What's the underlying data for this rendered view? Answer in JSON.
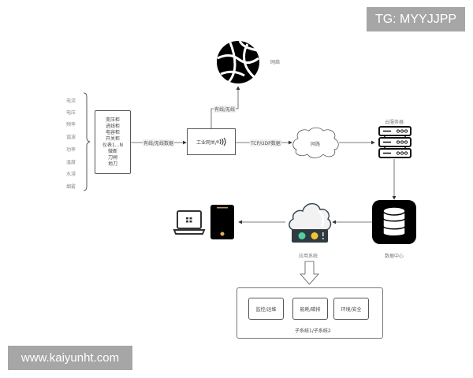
{
  "watermarks": {
    "top_right": "TG: MYYJJPP",
    "bottom_left": "www.kaiyunht.com"
  },
  "signals": [
    "电流",
    "电压",
    "频率",
    "谐波",
    "功率",
    "温度",
    "水浸",
    "烟雾"
  ],
  "devices": [
    "变压柜",
    "进线柜",
    "电容柜",
    "开关柜",
    "仪表1...N",
    "微断",
    "刀闸",
    "地刀"
  ],
  "edges": {
    "devices_to_gateway": "有线/无线数据",
    "gateway_to_internet": "有线/无线",
    "gateway_to_network": "TCP/UDP数据"
  },
  "nodes": {
    "gateway": "工业网关/",
    "gateway_icon": "wireless-signal-icon",
    "internet": "网络",
    "network_cloud": "网路",
    "cloud_server": "云服务器",
    "data_center": "数据中心",
    "app_system": "应用系统"
  },
  "subsystems": {
    "items": [
      "监控/运维",
      "能耗/碳排",
      "环境/安全"
    ],
    "caption": "子系统1/子系统2"
  },
  "colors": {
    "line": "#555555",
    "watermark_bg": "#a6a6a6",
    "status_green": "#4fd1a1",
    "status_yellow": "#f2c530",
    "panel_dark": "#2f3b40",
    "phone_accent": "#e0b060"
  }
}
